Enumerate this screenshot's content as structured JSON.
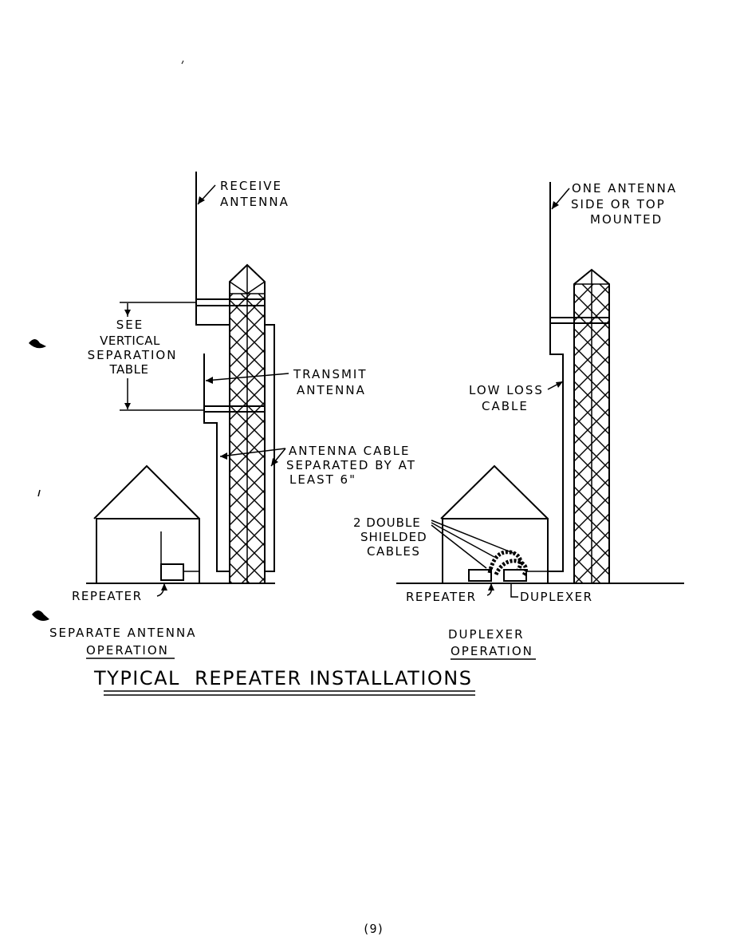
{
  "title": "TYPICAL  REPEATER INSTALLATIONS",
  "page_number": "(9)",
  "left_diagram": {
    "receive_antenna": [
      "RECEIVE",
      "ANTENNA"
    ],
    "separation_note": [
      "SEE",
      "VERTICAL",
      "SEPARATION",
      "TABLE"
    ],
    "transmit_antenna": [
      "TRANSMIT",
      "ANTENNA"
    ],
    "cable_note": [
      "ANTENNA CABLE",
      "SEPARATED BY AT",
      "LEAST 6\""
    ],
    "repeater": "REPEATER",
    "caption": [
      "SEPARATE ANTENNA",
      "OPERATION"
    ]
  },
  "right_diagram": {
    "antenna_note": [
      "ONE ANTENNA",
      "SIDE OR  TOP",
      "MOUNTED"
    ],
    "low_loss_cable": [
      "LOW LOSS",
      "CABLE"
    ],
    "shielded_cables": [
      "2 DOUBLE",
      "SHIELDED",
      "CABLES"
    ],
    "repeater": "REPEATER",
    "duplexer": "DUPLEXER",
    "caption": [
      "DUPLEXER",
      "OPERATION"
    ]
  }
}
